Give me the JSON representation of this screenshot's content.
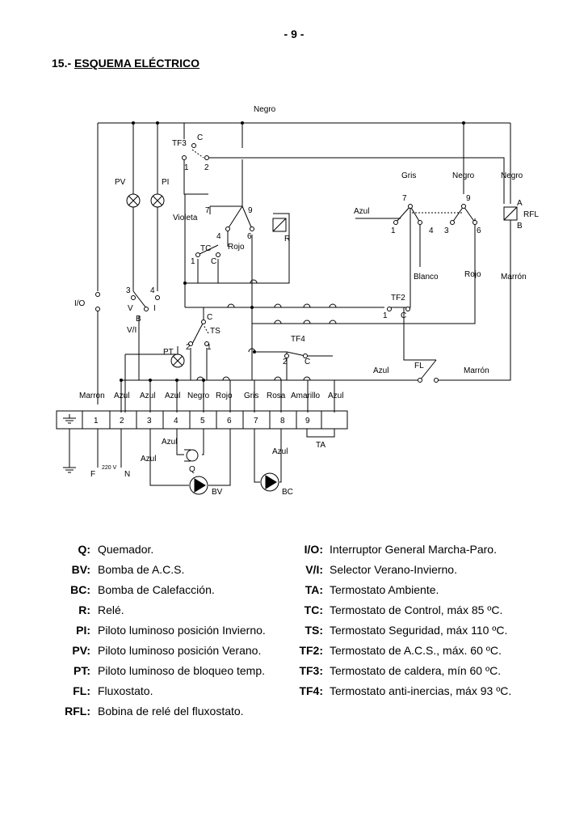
{
  "page_number": "- 9 -",
  "section": {
    "number": "15.-",
    "title": "ESQUEMA ELÉCTRICO"
  },
  "wires": {
    "negro_top": "Negro",
    "gris": "Gris",
    "negro_a": "Negro",
    "negro_b": "Negro",
    "violeta": "Violeta",
    "azul_upper": "Azul",
    "rojo_tc": "Rojo",
    "blanco": "Blanco",
    "rojo_right": "Rojo",
    "marron_right": "Marrón",
    "azul_fl": "Azul",
    "marron_fl": "Marrón"
  },
  "components": {
    "tf3": "TF3",
    "pv": "PV",
    "pi": "PI",
    "r": "R",
    "tc": "TC",
    "ts": "TS",
    "tf2": "TF2",
    "tf4": "TF4",
    "pt": "PT",
    "fl": "FL",
    "io": "I/O",
    "vi": "V/I",
    "rfl": "RFL",
    "ta": "TA",
    "q": "Q",
    "bv": "BV",
    "bc": "BC"
  },
  "contacts": {
    "tf3_c": "C",
    "tf3_1": "1",
    "tf3_2": "2",
    "r_7": "7",
    "r_9": "9",
    "r_4": "4",
    "r_6": "6",
    "tc_1": "1",
    "tc_c": "C",
    "vi_3": "3",
    "vi_4": "4",
    "vi_v": "V",
    "vi_i": "I",
    "vi_b": "B",
    "ts_c": "C",
    "ts_2": "2",
    "ts_1": "1",
    "tf4_2": "2",
    "tf4_c": "C",
    "rfl_7": "7",
    "rfl_9": "9",
    "rfl_1": "1",
    "rfl_4": "4",
    "rfl_3": "3",
    "rfl_6": "6",
    "rfl_a": "A",
    "rfl_b": "B",
    "tf2_1": "1",
    "tf2_c": "C"
  },
  "terminal_wire_labels": [
    "Marron",
    "Azul",
    "Azul",
    "Azul",
    "Negro",
    "Rojo",
    "Gris",
    "Rosa",
    "Amarillo",
    "Azul"
  ],
  "terminals": [
    "1",
    "2",
    "3",
    "4",
    "5",
    "6",
    "7",
    "8",
    "9"
  ],
  "supply": {
    "f": "F",
    "n": "N",
    "voltage": "220 V"
  },
  "bottom_wires": {
    "azul_q": "Azul",
    "azul_bv": "Azul",
    "azul_bc": "Azul"
  },
  "legend_left": [
    {
      "code": "Q:",
      "desc": "Quemador."
    },
    {
      "code": "BV:",
      "desc": "Bomba de A.C.S."
    },
    {
      "code": "BC:",
      "desc": "Bomba de Calefacción."
    },
    {
      "code": "R:",
      "desc": "Relé."
    },
    {
      "code": "PI:",
      "desc": "Piloto luminoso posición Invierno."
    },
    {
      "code": "PV:",
      "desc": "Piloto luminoso posición Verano."
    },
    {
      "code": "PT:",
      "desc": "Piloto luminoso de bloqueo temp."
    },
    {
      "code": "FL:",
      "desc": "Fluxostato."
    },
    {
      "code": "RFL:",
      "desc": "Bobina de relé del fluxostato."
    }
  ],
  "legend_right": [
    {
      "code": "I/O:",
      "desc": "Interruptor General Marcha-Paro."
    },
    {
      "code": "V/I:",
      "desc": "Selector Verano-Invierno."
    },
    {
      "code": "TA:",
      "desc": "Termostato Ambiente."
    },
    {
      "code": "TC:",
      "desc": "Termostato de Control, máx 85 ºC."
    },
    {
      "code": "TS:",
      "desc": "Termostato Seguridad, máx 110 ºC."
    },
    {
      "code": "TF2:",
      "desc": "Termostato de A.C.S., máx. 60 ºC."
    },
    {
      "code": "TF3:",
      "desc": "Termostato de caldera, mín 60 ºC."
    },
    {
      "code": "TF4:",
      "desc": "Termostato anti-inercias, máx 93 ºC."
    }
  ]
}
